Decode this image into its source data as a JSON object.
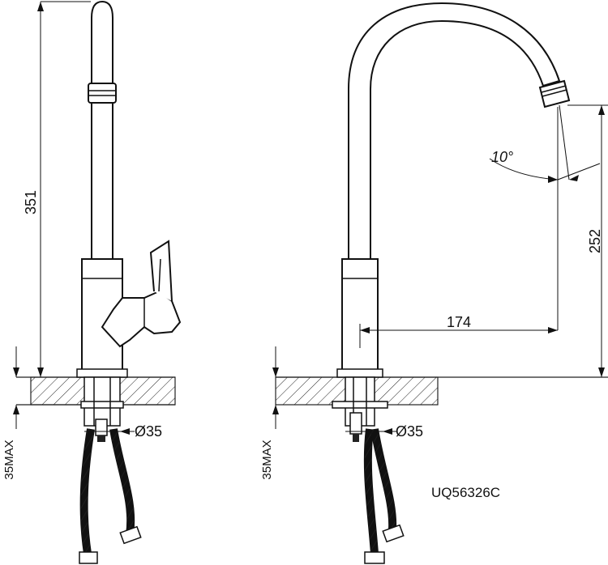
{
  "drawing": {
    "model": "UQ56326C",
    "left_view": {
      "height_dim": "351",
      "deck_max": "35MAX",
      "hole_dia": "Ø35"
    },
    "right_view": {
      "height_dim": "252",
      "reach_dim": "174",
      "angle_dim": "10°",
      "deck_max": "35MAX",
      "hole_dia": "Ø35"
    }
  }
}
